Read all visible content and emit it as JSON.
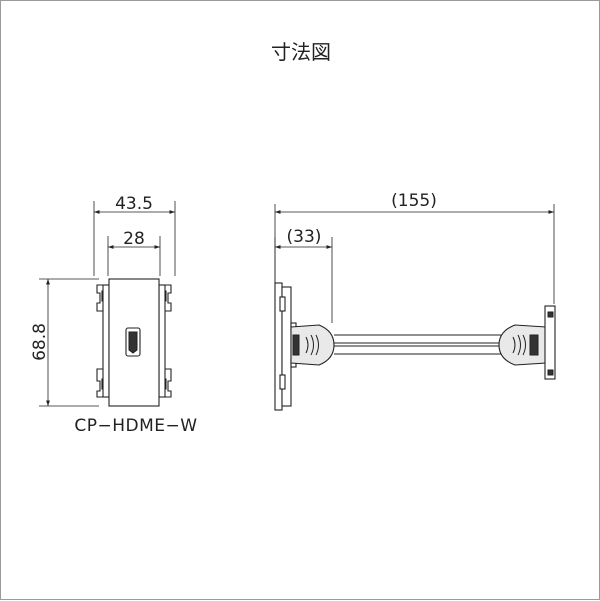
{
  "drawing": {
    "title": "寸法図",
    "model": "CP−HDME−W"
  },
  "front_view": {
    "width_outer": "43.5",
    "width_inner": "28",
    "height": "68.8"
  },
  "side_view": {
    "length_total": "(155)",
    "length_plate": "(33)"
  },
  "colors": {
    "line": "#222222",
    "border": "#9a9a9a",
    "fill_light": "#e9e9e9"
  }
}
